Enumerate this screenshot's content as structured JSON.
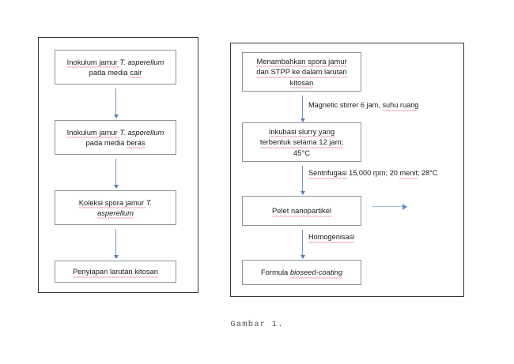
{
  "figure": {
    "caption": "Gambar 1."
  },
  "colors": {
    "panel_border": "#3a3a3a",
    "node_border": "#8f9498",
    "arrow_vertical": "#5b7fb5",
    "arrow_horizontal": "#5b8fd0",
    "spellcheck_underline": "#e8647a",
    "text": "#1a1a1a",
    "background": "#ffffff"
  },
  "left_panel": {
    "name": "kultur-spora-jamur-flow",
    "nodes": [
      {
        "id": "inokulum-media-cair",
        "line1_a": "Inokulum jamur ",
        "line1_b": "T. asperellum",
        "line2_a": "pada media ",
        "line2_b": "cair"
      },
      {
        "id": "inokulum-media-beras",
        "line1_a": "Inokulum jamur ",
        "line1_b": "T. asperellum",
        "line2_a": "pada media ",
        "line2_b": "beras"
      },
      {
        "id": "koleksi-spora",
        "line1_a": "Koleksi spora jamur ",
        "line1_b": "T.",
        "line2_b": "asperellum"
      },
      {
        "id": "penyiapan-larutan-kitosan",
        "line1_a": "Penyiapan larutan kitosan"
      }
    ]
  },
  "right_panel": {
    "name": "sintesis-nanopartikel-flow",
    "nodes": [
      {
        "id": "menambahkan-spora-stpp",
        "line1": "Menambahkan spora jamur",
        "line2": "dan STPP ke dalam larutan",
        "line3": "kitosan"
      },
      {
        "id": "inkubasi-slurry",
        "line1": "Inkubasi slurry yang",
        "line2": "terbentuk selama 12 jam;",
        "line3": "45°C"
      },
      {
        "id": "pelet-nanopartikel",
        "line1": "Pelet nanopartikel"
      },
      {
        "id": "formula-bioseed-coating",
        "line1_a": "Formula ",
        "line1_b": "bioseed-coating"
      }
    ],
    "edge_labels": [
      {
        "id": "magnetic-stirrer",
        "part_a": "Magnetic stirrer 6 jam, ",
        "part_b": "suhu ruang"
      },
      {
        "id": "sentrifugasi",
        "part_a": "Sentrifugasi",
        "part_b": " 15,000 rpm; 20 ",
        "part_c": "menit",
        "part_d": "; 28°C"
      },
      {
        "id": "homogenisasi",
        "part_a": "Homogenisasi"
      }
    ]
  }
}
